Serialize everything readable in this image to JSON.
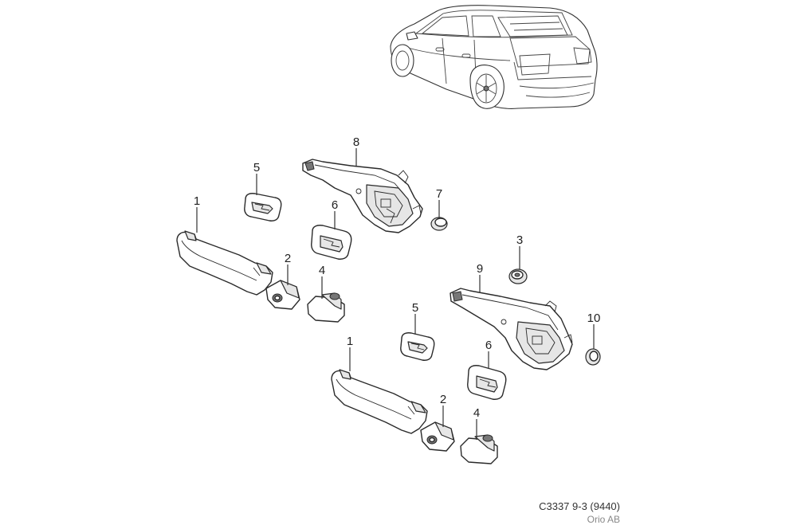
{
  "callouts": {
    "c1a": "1",
    "c2a": "2",
    "c4a": "4",
    "c5a": "5",
    "c6a": "6",
    "c7": "7",
    "c8": "8",
    "c1b": "1",
    "c2b": "2",
    "c4b": "4",
    "c5b": "5",
    "c6b": "6",
    "c3": "3",
    "c9": "9",
    "c10": "10"
  },
  "footer": {
    "code": "C3337 9-3 (9440)",
    "owner": "Orio AB"
  }
}
